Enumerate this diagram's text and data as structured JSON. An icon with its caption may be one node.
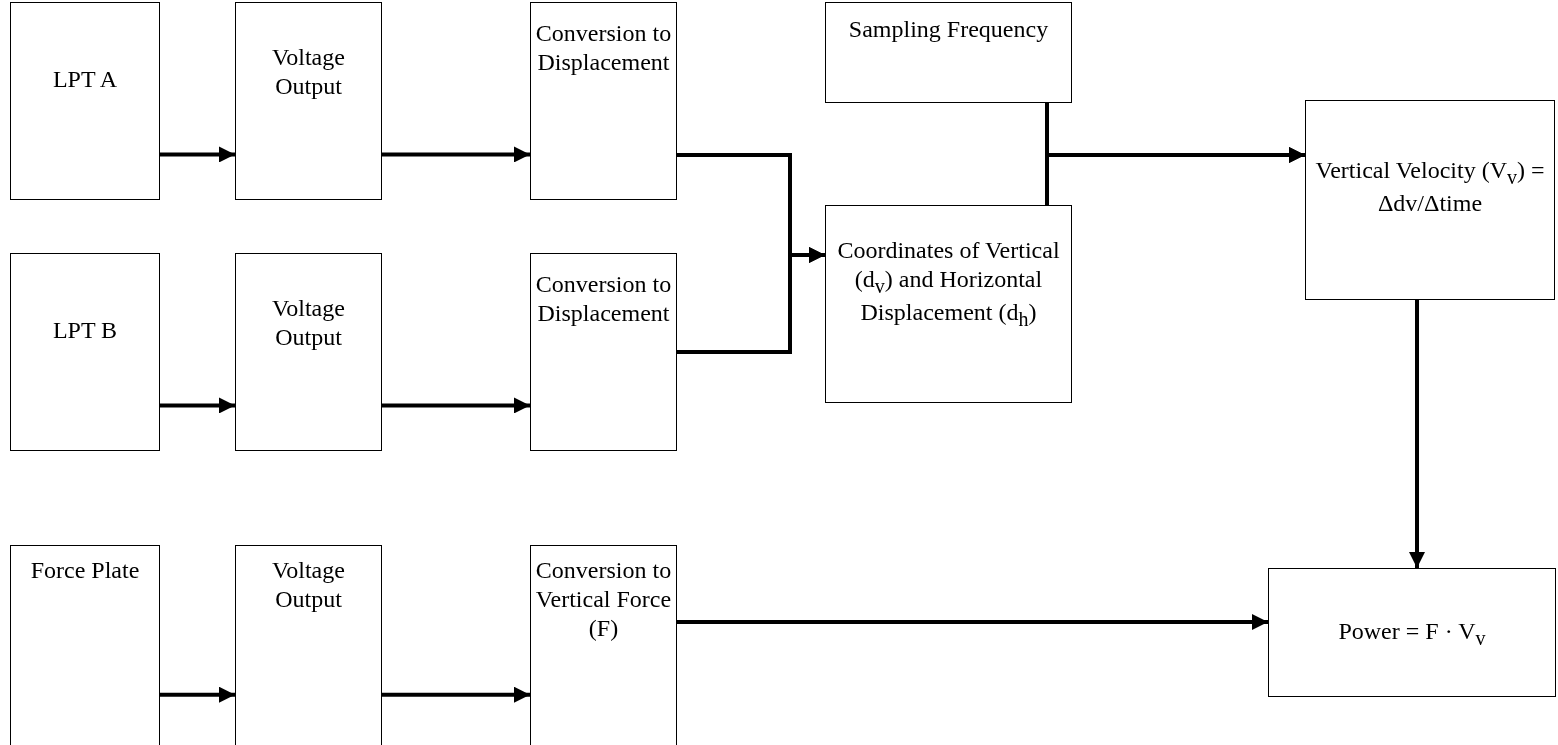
{
  "diagram": {
    "nodes": [
      {
        "text": [
          "LPT A"
        ]
      },
      {
        "text": [
          "Voltage Output"
        ]
      },
      {
        "text": [
          "Conversion to Displacement"
        ]
      },
      {
        "text": [
          "Sampling Frequency"
        ]
      },
      {
        "text": [
          "Vertical Velocity (V$_{v}$) = Δdv/Δtime"
        ]
      },
      {
        "text": [
          "Coordinates of Vertical (d$_{v}$) and Horizontal Displacement (d$_{h}$)"
        ]
      },
      {
        "text": [
          "LPT B"
        ]
      },
      {
        "text": [
          "Voltage Output"
        ]
      },
      {
        "text": [
          "Conversion to Displacement"
        ]
      },
      {
        "text": [
          "Force Plate"
        ]
      },
      {
        "text": [
          "Voltage Output"
        ]
      },
      {
        "text": [
          "Conversion to Vertical Force (F)"
        ]
      },
      {
        "text": [
          "Power = F · V$_{v}$"
        ]
      }
    ],
    "edges": [
      {
        "from": 0,
        "to": 1,
        "arrow": "to"
      },
      {
        "from": 1,
        "to": 2,
        "arrow": "to"
      },
      {
        "from": 2,
        "to": 5,
        "arrow": "to"
      },
      {
        "from": 8,
        "to": 5,
        "arrow": "to"
      },
      {
        "from": 3,
        "to": 4,
        "arrow": "to"
      },
      {
        "from": 5,
        "to": 4,
        "arrow": "to"
      },
      {
        "from": 6,
        "to": 7,
        "arrow": "to"
      },
      {
        "from": 7,
        "to": 8,
        "arrow": "to"
      },
      {
        "from": 4,
        "to": 12,
        "arrow": "to"
      },
      {
        "from": 9,
        "to": 10,
        "arrow": "to"
      },
      {
        "from": 10,
        "to": 11,
        "arrow": "to"
      },
      {
        "from": 11,
        "to": 12,
        "arrow": "to"
      }
    ]
  }
}
